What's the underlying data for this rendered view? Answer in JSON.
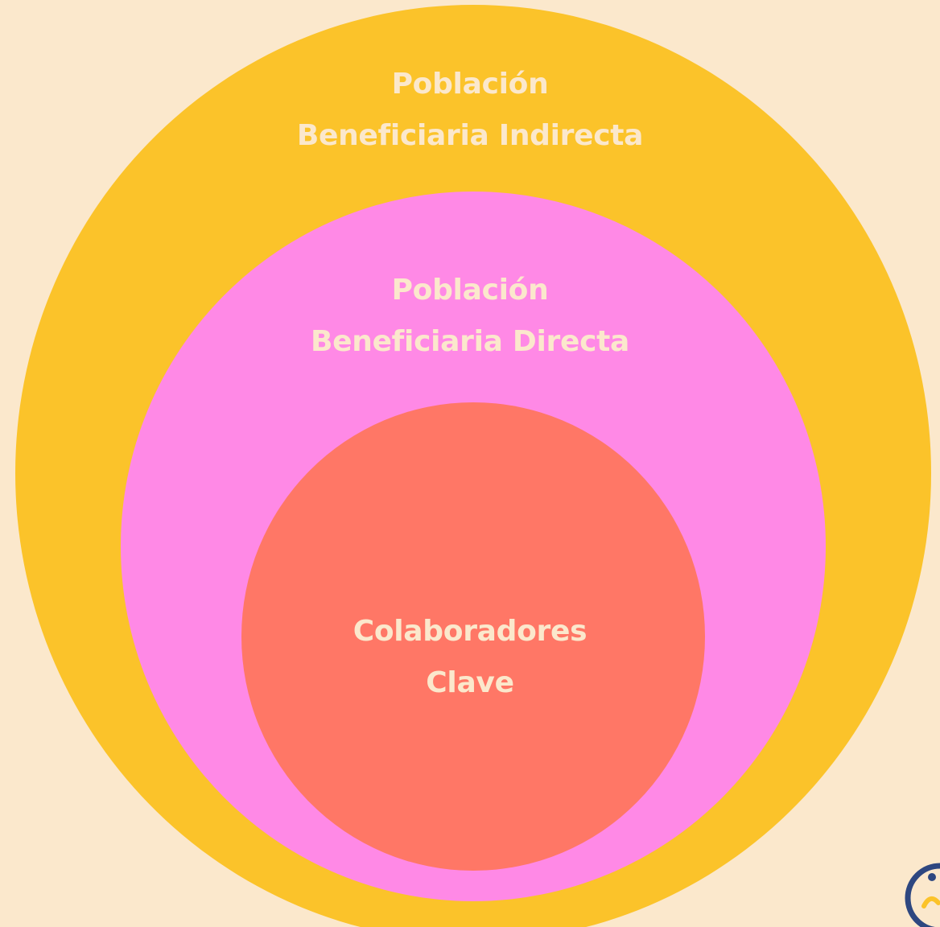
{
  "diagram": {
    "outer": {
      "line1": "Población",
      "line2": "Beneficiaria Indirecta"
    },
    "middle": {
      "line1": "Población",
      "line2": "Beneficiaria Directa"
    },
    "inner": {
      "line1": "Colaboradores",
      "line2": "Clave"
    }
  },
  "colors": {
    "background": "#fbe8cc",
    "outer_circle": "#fbc32a",
    "middle_circle": "#ff89e6",
    "inner_circle": "#ff7766",
    "label_text": "#fbe8cc",
    "logo": "#2e4780"
  },
  "logo": {
    "icon": "face-logo-icon"
  }
}
